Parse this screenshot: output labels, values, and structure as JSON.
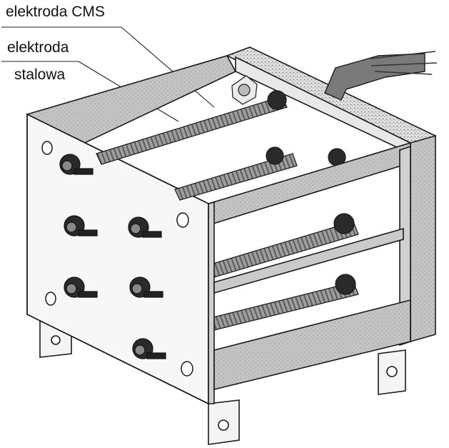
{
  "labels": {
    "cms_electrode": "elektroda CMS",
    "steel_electrode_line1": "elektroda",
    "steel_electrode_line2": "stalowa"
  },
  "colors": {
    "ink": "#1a1a1a",
    "panel_fill": "#bdbdbd",
    "panel_dark": "#8f8f8f",
    "foam": "#d9d9d9",
    "background": "#ffffff"
  }
}
